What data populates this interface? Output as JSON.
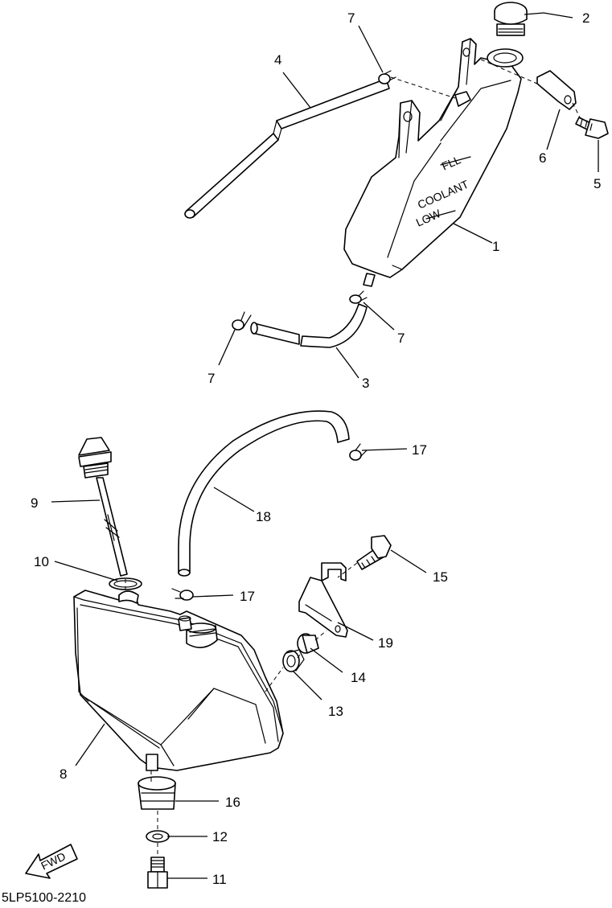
{
  "tank_labels": {
    "full": "FLL",
    "coolant": "COOLANT",
    "low": "LOW"
  },
  "fwd_label": "FWD",
  "document_code": "5LP5100-2210",
  "callouts": [
    "1",
    "2",
    "3",
    "4",
    "5",
    "6",
    "7",
    "7",
    "7",
    "8",
    "9",
    "10",
    "11",
    "12",
    "13",
    "14",
    "15",
    "16",
    "17",
    "17",
    "18",
    "19"
  ]
}
